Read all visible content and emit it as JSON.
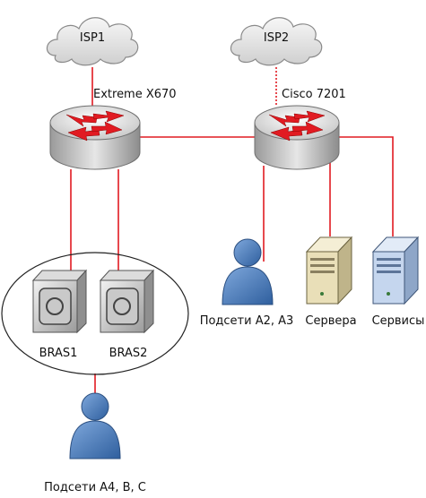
{
  "nodes": {
    "isp1": {
      "label": "ISP1"
    },
    "isp2": {
      "label": "ISP2"
    },
    "router1": {
      "label": "Extreme X670"
    },
    "router2": {
      "label": "Cisco 7201"
    },
    "bras1": {
      "label": "BRAS1"
    },
    "bras2": {
      "label": "BRAS2"
    },
    "users_a2a3": {
      "label": "Подсети А2, А3"
    },
    "servers": {
      "label": "Сервера"
    },
    "services": {
      "label": "Сервисы"
    },
    "users_a4bc": {
      "label": "Подсети А4, В, С"
    }
  },
  "colors": {
    "link": "#e11b22",
    "router_body": "#d9d9d9",
    "arrow": "#e11b22",
    "user": "#4a7ebb",
    "server_beige": "#e9dfb8",
    "server_blue": "#c5d6ee"
  },
  "icons": {
    "isp1": "cloud-icon",
    "isp2": "cloud-icon",
    "router1": "router-icon",
    "router2": "router-icon",
    "bras1": "switch-icon",
    "bras2": "switch-icon",
    "users_a2a3": "user-icon",
    "servers": "server-icon",
    "services": "server-icon",
    "users_a4bc": "user-icon"
  }
}
